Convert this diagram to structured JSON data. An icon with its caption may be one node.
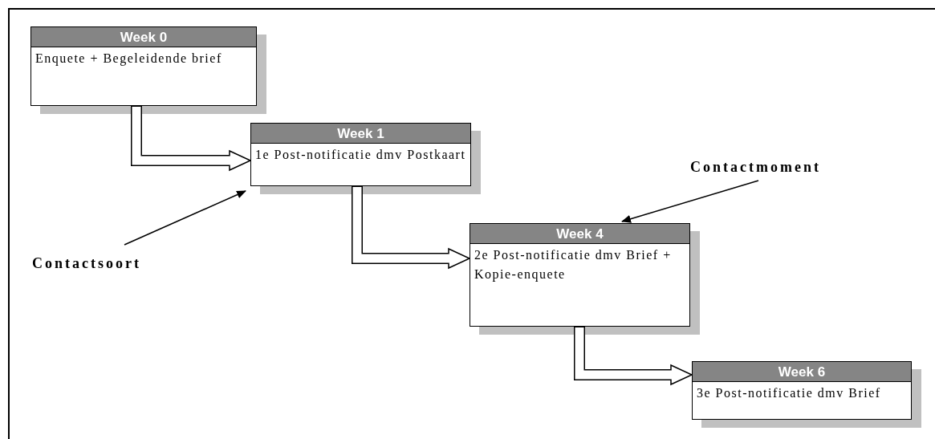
{
  "diagram": {
    "nodes": [
      {
        "text": [
          "Week 0",
          "Enquete + Begeleidende brief"
        ]
      },
      {
        "text": [
          "Week 1",
          "1e Post-notificatie dmv Postkaart"
        ]
      },
      {
        "text": [
          "Week 4",
          "2e Post-notificatie dmv Brief + Kopie-enquete"
        ]
      },
      {
        "text": [
          "Week 6",
          "3e Post-notificatie dmv Brief"
        ]
      },
      {
        "text": [
          "Contactsoort"
        ]
      },
      {
        "text": [
          "Contactmoment"
        ]
      }
    ],
    "edges": [
      {
        "from": 0,
        "to": 1,
        "arrow": "to"
      },
      {
        "from": 1,
        "to": 2,
        "arrow": "to"
      },
      {
        "from": 2,
        "to": 3,
        "arrow": "to"
      },
      {
        "from": 4,
        "to": 1,
        "arrow": "to"
      },
      {
        "from": 5,
        "to": 2,
        "arrow": "to"
      }
    ]
  }
}
